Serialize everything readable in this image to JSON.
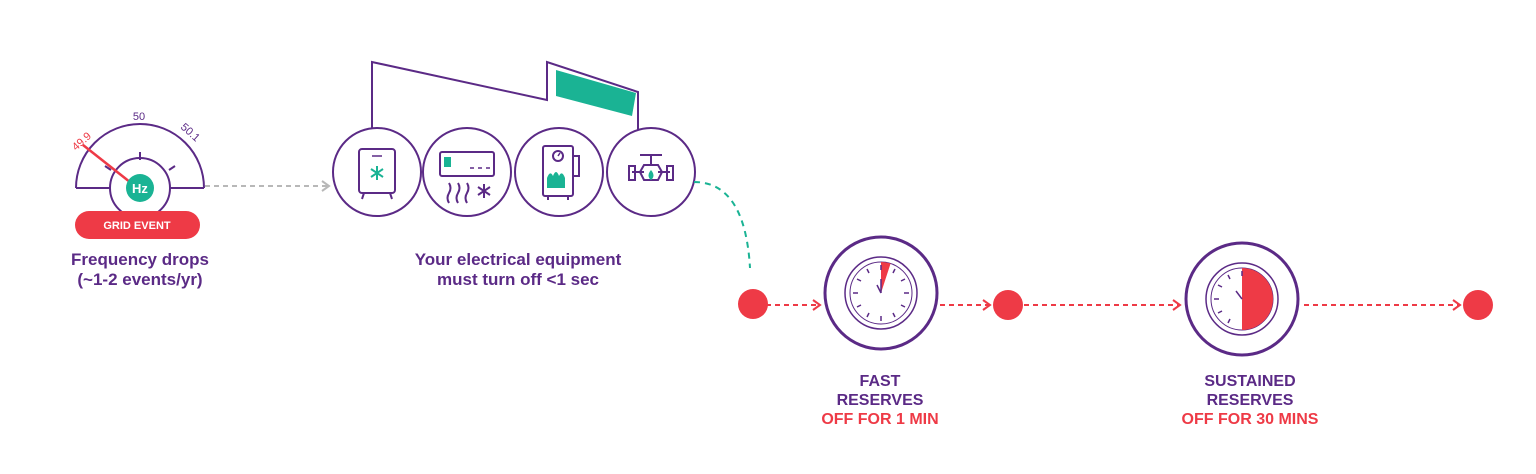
{
  "colors": {
    "purple": "#5b2a86",
    "red": "#ee3a46",
    "teal": "#1ab394",
    "grey": "#b8b8b8"
  },
  "gauge": {
    "tick_low": "49.9",
    "tick_mid": "50",
    "tick_high": "50.1",
    "unit": "Hz",
    "badge": "GRID EVENT"
  },
  "step1": {
    "line1": "Frequency drops",
    "line2": "(~1-2 events/yr)"
  },
  "step2": {
    "line1": "Your electrical equipment",
    "line2": "must turn off <1 sec",
    "equipment_icons": [
      "refrigerator-icon",
      "air-conditioner-icon",
      "boiler-icon",
      "valve-icon"
    ]
  },
  "fast": {
    "line1": "FAST",
    "line2": "RESERVES",
    "line3": "OFF FOR 1 MIN",
    "fraction": 0.05
  },
  "sustained": {
    "line1": "SUSTAINED",
    "line2": "RESERVES",
    "line3": "OFF FOR 30 MINS",
    "fraction": 0.5
  }
}
